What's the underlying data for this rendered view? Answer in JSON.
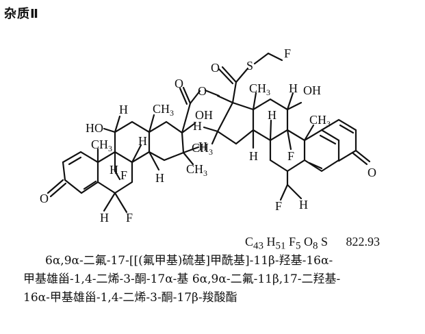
{
  "title": "杂质Ⅱ",
  "structure": {
    "atoms": {
      "f_top": "F",
      "s": "S",
      "o_carbonyl_right": "O",
      "o_ester": "O",
      "o_carbonyl_left": "O",
      "ch3_right_c13": "CH3",
      "oh_right_c11": "OH",
      "h_right_c11": "H",
      "h_left_c11": "H",
      "ch3_left_c13": "CH3",
      "oh_left_c17": "OH",
      "h_c16_right": "H",
      "ho_left": "HO",
      "h_left_c8": "H",
      "ch3_left_c10": "CH3",
      "h_left_c14": "H",
      "h_left_c16": "H",
      "ch3_left_c16": "CH3",
      "ch3_right_c16": "CH3",
      "h_right_c8": "H",
      "h_right_c14": "H",
      "ch3_right_c10": "CH3",
      "f_right_c9": "F",
      "f_left_c9": "F",
      "h_left_c9": "H",
      "o_ketone_left": "O",
      "h_left_c6": "H",
      "f_left_c6": "F",
      "f_right_c6": "F",
      "h_right_c6": "H",
      "o_ketone_right": "O"
    }
  },
  "formula": {
    "text": "C43H51F5O8S",
    "parts": [
      {
        "el": "C",
        "n": "43"
      },
      {
        "el": "H",
        "n": "51"
      },
      {
        "el": "F",
        "n": "5"
      },
      {
        "el": "O",
        "n": "8"
      },
      {
        "el": "S",
        "n": ""
      }
    ],
    "mw": "822.93"
  },
  "name": {
    "line1": "6α,9α-二氟-17-[[(氟甲基)硫基]甲酰基]-11β-羟基-16α-",
    "line2": "甲基雄甾-1,4-二烯-3-酮-17α-基 6α,9α-二氟-11β,17-二羟基-",
    "line3": "16α-甲基雄甾-1,4-二烯-3-酮-17β-羧酸酯"
  }
}
